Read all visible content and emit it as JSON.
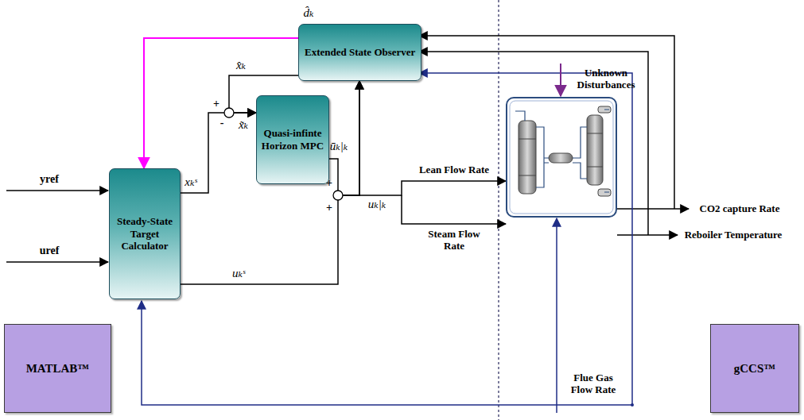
{
  "diagram": {
    "nodes": [
      {
        "text": [
          "Extended State Observer"
        ]
      },
      {
        "text": [
          "Quasi-infinte Horizon MPC"
        ]
      },
      {
        "text": [
          "Steady-State Target Calculator"
        ]
      },
      {
        "text": [
          "MATLAB™"
        ]
      },
      {
        "text": [
          "gCCS™"
        ]
      }
    ],
    "edges": [
      {
        "from": 0,
        "to": 2,
        "arrow": "to",
        "label": "d̂ₖ"
      },
      {
        "from": 0,
        "to": 1,
        "arrow": "to",
        "label": "x̂ₖ"
      },
      {
        "from": 2,
        "to": 1,
        "arrow": "to",
        "label": "xₖˢ"
      },
      {
        "from": 1,
        "to": 0,
        "arrow": "to",
        "label": "ūₖ|ₖ"
      },
      {
        "from": 2,
        "to": 0,
        "arrow": "to",
        "label": "uₖˢ"
      }
    ],
    "labels": [
      "x̃ₖ",
      "+",
      "-",
      "+",
      "+",
      "uₖ|ₖ",
      "yref",
      "uref",
      "Lean Flow Rate",
      "Steam Flow Rate",
      "Unknown Disturbances",
      "CO2 capture Rate",
      "Reboiler Temperature",
      "Flue Gas Flow Rate"
    ]
  }
}
